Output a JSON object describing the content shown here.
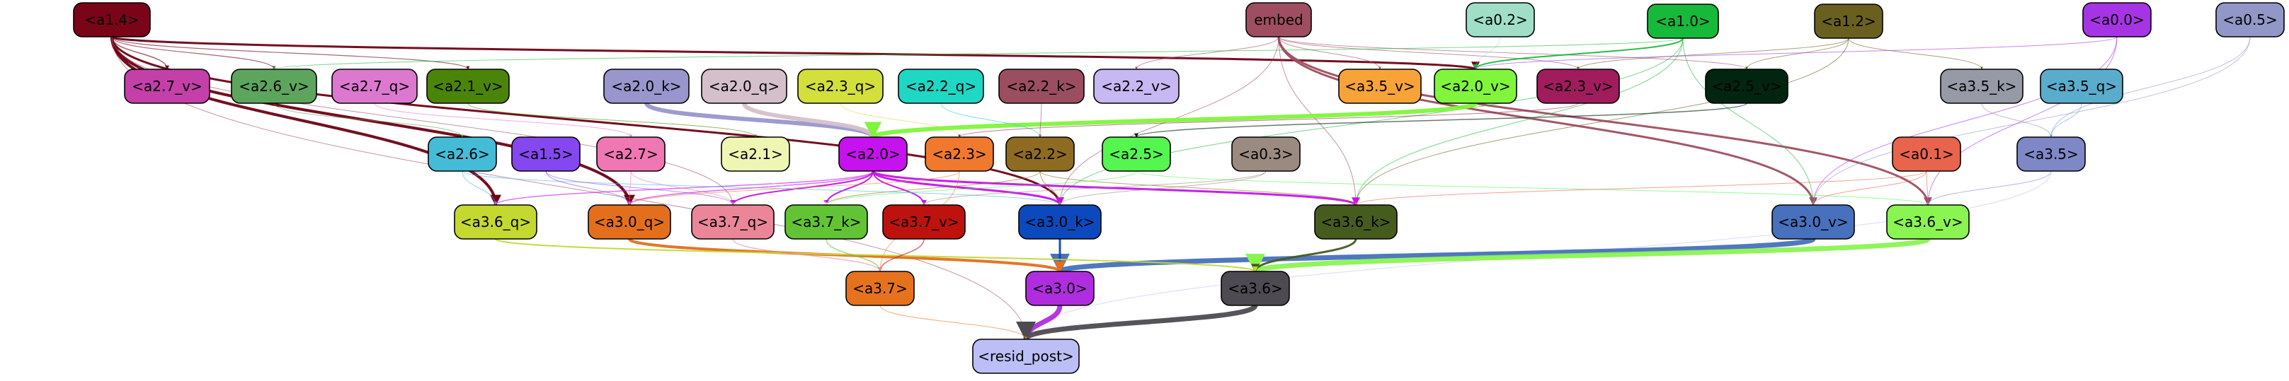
{
  "nodes": [
    {
      "id": "a1.4",
      "label": "<a1.4>",
      "fill": "#7b0518",
      "text": "#000000"
    },
    {
      "id": "embed",
      "label": "embed",
      "fill": "#9e4e60",
      "text": "#000000"
    },
    {
      "id": "a0.2",
      "label": "<a0.2>",
      "fill": "#a0dec8",
      "text": "#000000"
    },
    {
      "id": "a1.0",
      "label": "<a1.0>",
      "fill": "#17b93b",
      "text": "#000000"
    },
    {
      "id": "a1.2",
      "label": "<a1.2>",
      "fill": "#696020",
      "text": "#000000"
    },
    {
      "id": "a0.0",
      "label": "<a0.0>",
      "fill": "#a634e5",
      "text": "#000000"
    },
    {
      "id": "a0.5",
      "label": "<a0.5>",
      "fill": "#9198c8",
      "text": "#000000"
    },
    {
      "id": "a2.7_v",
      "label": "<a2.7_v>",
      "fill": "#c43fa8",
      "text": "#000000"
    },
    {
      "id": "a2.6_v",
      "label": "<a2.6_v>",
      "fill": "#5da55c",
      "text": "#000000"
    },
    {
      "id": "a2.7_q",
      "label": "<a2.7_q>",
      "fill": "#dc78d0",
      "text": "#000000"
    },
    {
      "id": "a2.1_v",
      "label": "<a2.1_v>",
      "fill": "#4a8509",
      "text": "#000000"
    },
    {
      "id": "a2.0_k",
      "label": "<a2.0_k>",
      "fill": "#9896cc",
      "text": "#000000"
    },
    {
      "id": "a2.0_q",
      "label": "<a2.0_q>",
      "fill": "#d5bfcb",
      "text": "#000000"
    },
    {
      "id": "a2.3_q",
      "label": "<a2.3_q>",
      "fill": "#d3df3a",
      "text": "#000000"
    },
    {
      "id": "a2.2_q",
      "label": "<a2.2_q>",
      "fill": "#1ed7c5",
      "text": "#000000"
    },
    {
      "id": "a2.2_k",
      "label": "<a2.2_k>",
      "fill": "#9a4e5f",
      "text": "#000000"
    },
    {
      "id": "a2.2_v",
      "label": "<a2.2_v>",
      "fill": "#c7b7f3",
      "text": "#000000"
    },
    {
      "id": "a3.5_v",
      "label": "<a3.5_v>",
      "fill": "#f7a337",
      "text": "#000000"
    },
    {
      "id": "a2.0_v",
      "label": "<a2.0_v>",
      "fill": "#80f53b",
      "text": "#000000"
    },
    {
      "id": "a2.3_v",
      "label": "<a2.3_v>",
      "fill": "#a01c5d",
      "text": "#000000"
    },
    {
      "id": "a2.5_v",
      "label": "<a2.5_v>",
      "fill": "#022510",
      "text": "#000000"
    },
    {
      "id": "a3.5_k",
      "label": "<a3.5_k>",
      "fill": "#959aa6",
      "text": "#000000"
    },
    {
      "id": "a3.5_q",
      "label": "<a3.5_q>",
      "fill": "#5aaccc",
      "text": "#000000"
    },
    {
      "id": "a2.6",
      "label": "<a2.6>",
      "fill": "#44bcd8",
      "text": "#000000"
    },
    {
      "id": "a1.5",
      "label": "<a1.5>",
      "fill": "#8547f0",
      "text": "#000000"
    },
    {
      "id": "a2.7",
      "label": "<a2.7>",
      "fill": "#f077b3",
      "text": "#000000"
    },
    {
      "id": "a2.1",
      "label": "<a2.1>",
      "fill": "#eff6b4",
      "text": "#000000"
    },
    {
      "id": "a2.0",
      "label": "<a2.0>",
      "fill": "#c612ee",
      "text": "#000000"
    },
    {
      "id": "a2.3",
      "label": "<a2.3>",
      "fill": "#f0792e",
      "text": "#000000"
    },
    {
      "id": "a2.2",
      "label": "<a2.2>",
      "fill": "#8f6b22",
      "text": "#000000"
    },
    {
      "id": "a2.5",
      "label": "<a2.5>",
      "fill": "#54f64f",
      "text": "#000000"
    },
    {
      "id": "a0.3",
      "label": "<a0.3>",
      "fill": "#9a8a80",
      "text": "#000000"
    },
    {
      "id": "a0.1",
      "label": "<a0.1>",
      "fill": "#e8644c",
      "text": "#000000"
    },
    {
      "id": "a3.5",
      "label": "<a3.5>",
      "fill": "#7e88c6",
      "text": "#000000"
    },
    {
      "id": "a3.6_q",
      "label": "<a3.6_q>",
      "fill": "#c4d82f",
      "text": "#000000"
    },
    {
      "id": "a3.0_q",
      "label": "<a3.0_q>",
      "fill": "#e36f1d",
      "text": "#000000"
    },
    {
      "id": "a3.7_q",
      "label": "<a3.7_q>",
      "fill": "#ea8698",
      "text": "#000000"
    },
    {
      "id": "a3.7_k",
      "label": "<a3.7_k>",
      "fill": "#62c435",
      "text": "#000000"
    },
    {
      "id": "a3.7_v",
      "label": "<a3.7_v>",
      "fill": "#be120f",
      "text": "#000000"
    },
    {
      "id": "a3.0_k",
      "label": "<a3.0_k>",
      "fill": "#0c49bd",
      "text": "#000000"
    },
    {
      "id": "a3.6_k",
      "label": "<a3.6_k>",
      "fill": "#465c1f",
      "text": "#000000"
    },
    {
      "id": "a3.0_v",
      "label": "<a3.0_v>",
      "fill": "#4770bd",
      "text": "#000000"
    },
    {
      "id": "a3.6_v",
      "label": "<a3.6_v>",
      "fill": "#8af451",
      "text": "#000000"
    },
    {
      "id": "a3.7",
      "label": "<a3.7>",
      "fill": "#e6721d",
      "text": "#000000"
    },
    {
      "id": "a3.0",
      "label": "<a3.0>",
      "fill": "#b02ddf",
      "text": "#000000"
    },
    {
      "id": "a3.6",
      "label": "<a3.6>",
      "fill": "#4d4b51",
      "text": "#000000"
    },
    {
      "id": "resid_post",
      "label": "<resid_post>",
      "fill": "#bcbff6",
      "text": "#000000"
    }
  ],
  "edges": [
    {
      "from": "a1.4",
      "to": "a3.6_q",
      "color": "#6d0114",
      "weight": 4
    },
    {
      "from": "a1.4",
      "to": "a3.0_q",
      "color": "#6d0114",
      "weight": 4
    },
    {
      "from": "a1.4",
      "to": "a3.0_k",
      "color": "#6d0114",
      "weight": 3
    },
    {
      "from": "a1.4",
      "to": "a2.0_v",
      "color": "#6d0114",
      "weight": 3
    },
    {
      "from": "a1.4",
      "to": "a2.7_v",
      "color": "#6d0114",
      "weight": 1.5
    },
    {
      "from": "a1.4",
      "to": "a2.6_v",
      "color": "#6d0114",
      "weight": 1.2
    },
    {
      "from": "a1.4",
      "to": "a2.1_v",
      "color": "#6d0114",
      "weight": 1.2
    },
    {
      "from": "a1.4",
      "to": "resid_post",
      "color": "#9e4e60",
      "weight": 1
    },
    {
      "from": "a1.4",
      "to": "a3.7_q",
      "color": "#9e4e60",
      "weight": 1
    },
    {
      "from": "embed",
      "to": "a3.0_v",
      "color": "#9e4e60",
      "weight": 3
    },
    {
      "from": "embed",
      "to": "a3.6_v",
      "color": "#9e4e60",
      "weight": 3
    },
    {
      "from": "embed",
      "to": "a3.0_k",
      "color": "#9e4e60",
      "weight": 1
    },
    {
      "from": "embed",
      "to": "a3.6_k",
      "color": "#9e4e60",
      "weight": 1
    },
    {
      "from": "embed",
      "to": "a2.2_v",
      "color": "#9e4e60",
      "weight": 1
    },
    {
      "from": "embed",
      "to": "a3.5_v",
      "color": "#9e4e60",
      "weight": 1
    },
    {
      "from": "embed",
      "to": "a2.5_v",
      "color": "#9e4e60",
      "weight": 1
    },
    {
      "from": "embed",
      "to": "a2.3_v",
      "color": "#9e4e60",
      "weight": 1
    },
    {
      "from": "a0.2",
      "to": "a2.0_v",
      "color": "#a0dec8",
      "weight": 1
    },
    {
      "from": "a1.0",
      "to": "a2.0_v",
      "color": "#17b93b",
      "weight": 2
    },
    {
      "from": "a1.0",
      "to": "a3.0_k",
      "color": "#17b93b",
      "weight": 1
    },
    {
      "from": "a1.0",
      "to": "a3.0_v",
      "color": "#17b93b",
      "weight": 1
    },
    {
      "from": "a1.0",
      "to": "a2.6_v",
      "color": "#17b93b",
      "weight": 1
    },
    {
      "from": "a1.0",
      "to": "a3.6_k",
      "color": "#17b93b",
      "weight": 1
    },
    {
      "from": "a1.2",
      "to": "a2.5_v",
      "color": "#696020",
      "weight": 1
    },
    {
      "from": "a1.2",
      "to": "a2.3_v",
      "color": "#696020",
      "weight": 1
    },
    {
      "from": "a1.2",
      "to": "a3.5_k",
      "color": "#696020",
      "weight": 1
    },
    {
      "from": "a1.2",
      "to": "a3.6_k",
      "color": "#696020",
      "weight": 1
    },
    {
      "from": "a0.0",
      "to": "a3.0_v",
      "color": "#a634e5",
      "weight": 1
    },
    {
      "from": "a0.0",
      "to": "a3.6_v",
      "color": "#a634e5",
      "weight": 1
    },
    {
      "from": "a0.0",
      "to": "a2.0_v",
      "color": "#a634e5",
      "weight": 1
    },
    {
      "from": "a0.5",
      "to": "a3.5",
      "color": "#9198c8",
      "weight": 1
    },
    {
      "from": "a0.5",
      "to": "a3.0_v",
      "color": "#9198c8",
      "weight": 1
    },
    {
      "from": "a2.0_k",
      "to": "a2.0",
      "color": "#9896cc",
      "weight": 6
    },
    {
      "from": "a2.0_q",
      "to": "a2.0",
      "color": "#d5bfcb",
      "weight": 6
    },
    {
      "from": "a2.0_v",
      "to": "a2.0",
      "color": "#80f53b",
      "weight": 6
    },
    {
      "from": "a2.3_q",
      "to": "a2.3",
      "color": "#d3df3a",
      "weight": 1
    },
    {
      "from": "a2.2_q",
      "to": "a2.2",
      "color": "#1ed7c5",
      "weight": 1
    },
    {
      "from": "a2.2_k",
      "to": "a2.2",
      "color": "#9a4e5f",
      "weight": 1
    },
    {
      "from": "a2.5_v",
      "to": "a2.5",
      "color": "#022510",
      "weight": 1.5
    },
    {
      "from": "a2.3_v",
      "to": "a2.3",
      "color": "#a01c5d",
      "weight": 1
    },
    {
      "from": "a2.1_v",
      "to": "a2.1",
      "color": "#4a8509",
      "weight": 1
    },
    {
      "from": "a2.7_q",
      "to": "a2.7",
      "color": "#dc78d0",
      "weight": 1
    },
    {
      "from": "a2.6_v",
      "to": "a2.6",
      "color": "#5da55c",
      "weight": 1
    },
    {
      "from": "a3.5_k",
      "to": "a3.5",
      "color": "#959aa6",
      "weight": 1
    },
    {
      "from": "a3.5_q",
      "to": "a3.5",
      "color": "#5aaccc",
      "weight": 1
    },
    {
      "from": "a2.0",
      "to": "a3.0_k",
      "color": "#c612ee",
      "weight": 3
    },
    {
      "from": "a2.0",
      "to": "a3.6_k",
      "color": "#c612ee",
      "weight": 3
    },
    {
      "from": "a2.0",
      "to": "a3.7_v",
      "color": "#c612ee",
      "weight": 2
    },
    {
      "from": "a2.0",
      "to": "a3.7_k",
      "color": "#c612ee",
      "weight": 2
    },
    {
      "from": "a2.0",
      "to": "a3.7_q",
      "color": "#c612ee",
      "weight": 2
    },
    {
      "from": "a2.0",
      "to": "a3.0_q",
      "color": "#c612ee",
      "weight": 1.5
    },
    {
      "from": "a2.0",
      "to": "a3.6_q",
      "color": "#c612ee",
      "weight": 1.5
    },
    {
      "from": "a2.2",
      "to": "a3.0_k",
      "color": "#8f6b22",
      "weight": 1
    },
    {
      "from": "a2.2",
      "to": "a3.7_k",
      "color": "#8f6b22",
      "weight": 1
    },
    {
      "from": "a2.2",
      "to": "a3.6_k",
      "color": "#8f6b22",
      "weight": 1
    },
    {
      "from": "a2.3",
      "to": "a3.0_q",
      "color": "#f0792e",
      "weight": 1
    },
    {
      "from": "a2.3",
      "to": "a3.7",
      "color": "#f0792e",
      "weight": 1
    },
    {
      "from": "a2.5",
      "to": "a3.7_k",
      "color": "#54f64f",
      "weight": 1
    },
    {
      "from": "a2.5",
      "to": "a3.6_v",
      "color": "#54f64f",
      "weight": 1
    },
    {
      "from": "a2.6",
      "to": "a3.6_q",
      "color": "#44bcd8",
      "weight": 1
    },
    {
      "from": "a2.6",
      "to": "a3.0_k",
      "color": "#44bcd8",
      "weight": 1
    },
    {
      "from": "a1.5",
      "to": "a3.0_q",
      "color": "#8547f0",
      "weight": 1
    },
    {
      "from": "a1.5",
      "to": "a3.7_q",
      "color": "#8547f0",
      "weight": 1
    },
    {
      "from": "a2.7",
      "to": "a3.0_q",
      "color": "#f077b3",
      "weight": 1
    },
    {
      "from": "a2.7",
      "to": "a3.7_q",
      "color": "#f077b3",
      "weight": 1
    },
    {
      "from": "a2.1",
      "to": "a3.7_k",
      "color": "#eff6b4",
      "weight": 1
    },
    {
      "from": "a0.3",
      "to": "a3.0_k",
      "color": "#9a8a80",
      "weight": 1
    },
    {
      "from": "a0.3",
      "to": "a3.7_v",
      "color": "#9a8a80",
      "weight": 1
    },
    {
      "from": "a0.1",
      "to": "a3.0_v",
      "color": "#e8644c",
      "weight": 1
    },
    {
      "from": "a0.1",
      "to": "a3.6_v",
      "color": "#e8644c",
      "weight": 1
    },
    {
      "from": "a0.1",
      "to": "a3.6_k",
      "color": "#e8644c",
      "weight": 1
    },
    {
      "from": "a3.5",
      "to": "a3.6_v",
      "color": "#7e88c6",
      "weight": 1
    },
    {
      "from": "a3.5",
      "to": "resid_post",
      "color": "#bcbff6",
      "weight": 1
    },
    {
      "from": "a3.0_v",
      "to": "a3.0",
      "color": "#4770bd",
      "weight": 7
    },
    {
      "from": "a3.6_v",
      "to": "a3.6",
      "color": "#8af451",
      "weight": 7
    },
    {
      "from": "a3.0_k",
      "to": "a3.0",
      "color": "#0c49bd",
      "weight": 3
    },
    {
      "from": "a3.6_k",
      "to": "a3.6",
      "color": "#465c1f",
      "weight": 3
    },
    {
      "from": "a3.0_q",
      "to": "a3.0",
      "color": "#e36f1d",
      "weight": 4
    },
    {
      "from": "a3.6_q",
      "to": "a3.6",
      "color": "#c4d82f",
      "weight": 2
    },
    {
      "from": "a3.7_v",
      "to": "a3.7",
      "color": "#be120f",
      "weight": 1.5
    },
    {
      "from": "a3.7_k",
      "to": "a3.7",
      "color": "#62c435",
      "weight": 1.5
    },
    {
      "from": "a3.7_q",
      "to": "a3.7",
      "color": "#ea8698",
      "weight": 1.5
    },
    {
      "from": "a3.0",
      "to": "resid_post",
      "color": "#b02ddf",
      "weight": 7
    },
    {
      "from": "a3.6",
      "to": "resid_post",
      "color": "#4d4b51",
      "weight": 7
    },
    {
      "from": "a3.7",
      "to": "resid_post",
      "color": "#e6721d",
      "weight": 1
    }
  ]
}
